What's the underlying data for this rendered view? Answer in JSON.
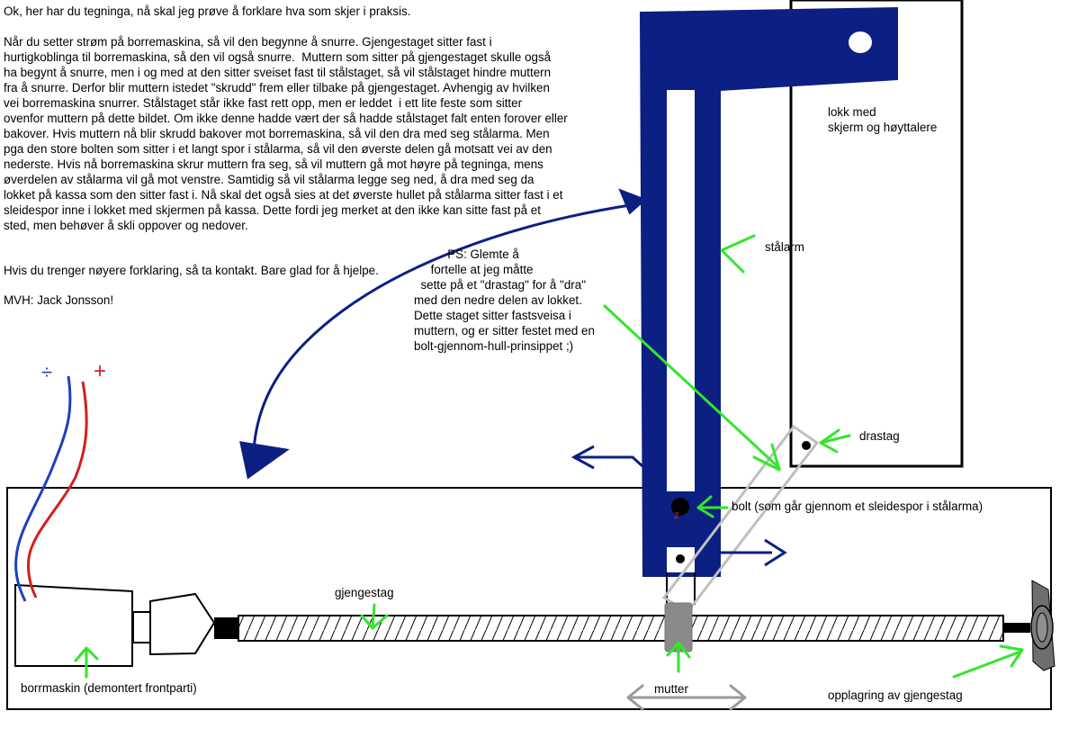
{
  "explanation": {
    "lines": [
      "Ok, her har du tegninga, nå skal jeg prøve å forklare hva som skjer i praksis.",
      "",
      "Når du setter strøm på borremaskina, så vil den begynne å snurre. Gjengestaget sitter fast i",
      "hurtigkoblinga til borremaskina, så den vil også snurre.  Muttern som sitter på gjengestaget skulle også",
      "ha begynt å snurre, men i og med at den sitter sveiset fast til stålstaget, så vil stålstaget hindre muttern",
      "fra å snurre. Derfor blir muttern istedet \"skrudd\" frem eller tilbake på gjengestaget. Avhengig av hvilken",
      "vei borremaskina snurrer. Stålstaget står ikke fast rett opp, men er leddet  i ett lite feste som sitter",
      "ovenfor muttern på dette bildet. Om ikke denne hadde vært der så hadde stålstaget falt enten forover eller",
      "bakover. Hvis muttern nå blir skrudd bakover mot borremaskina, så vil den dra med seg stålarma. Men",
      "pga den store bolten som sitter i et langt spor i stålarma, så vil den øverste delen gå motsatt vei av den",
      "nederste. Hvis nå borremaskina skrur muttern fra seg, så vil muttern gå mot høyre på tegninga, mens",
      "øverdelen av stålarma vil gå mot venstre. Samtidig så vil stålarma legge seg ned, å dra med seg da",
      "lokket på kassa som den sitter fast i. Nå skal det også sies at det øverste hullet på stålarma sitter fast i et",
      "sleidespor inne i lokket med skjermen på kassa. Dette fordi jeg merket at den ikke kan sitte fast på et",
      "sted, men behøver å skli oppover og nedover."
    ],
    "contact": "Hvis du trenger nøyere forklaring, så ta kontakt. Bare glad for å hjelpe.",
    "signature": "MVH: Jack Jonsson!"
  },
  "ps_note": {
    "lines": [
      "          PS: Glemte å",
      "     fortelle at jeg måtte",
      "  sette på et \"drastag\" for å \"dra\"",
      "med den nedre delen av lokket.",
      "Dette staget sitter fastsveisa i",
      "muttern, og er sitter festet med en",
      "bolt-gjennom-hull-prinsippet ;)"
    ]
  },
  "labels": {
    "lokk": "lokk med\nskjerm og høyttalere",
    "stalarm": "stålarm",
    "drastag": "drastag",
    "bolt": "bolt (som går gjennom et sleidespor i stålarma)",
    "gjengestag": "gjengestag",
    "borrmaskin": "borrmaskin (demontert frontparti)",
    "mutter": "mutter",
    "opplagring": "opplagring av gjengestag"
  },
  "symbols": {
    "minus": "÷",
    "plus": "+",
    "bolt_mark": "z"
  },
  "colors": {
    "steel_arm": "#0c1f82",
    "pointer_arrow": "#33e62b",
    "wire_red": "#d21f1f",
    "wire_blue": "#1f3fbf",
    "drastag_outline": "#bfbfbf",
    "nut": "#8a8a8a"
  }
}
